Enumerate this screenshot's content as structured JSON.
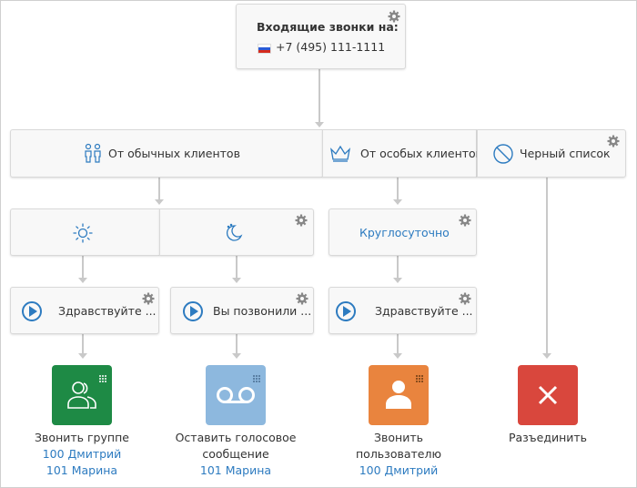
{
  "incoming": {
    "title": "Входящие звонки на:",
    "phone": "+7 (495) 111-1111"
  },
  "branches": {
    "regular": "От обычных клиентов",
    "special": "От особых клиентов",
    "blacklist": "Черный список"
  },
  "schedule": {
    "around_clock": "Круглосуточно"
  },
  "greetings": {
    "g1": "Здравствуйте ...",
    "g2": "Вы позвонили ...",
    "g3": "Здравствуйте ..."
  },
  "actions": {
    "group": {
      "label": "Звонить группе",
      "links": [
        "100 Дмитрий",
        "101 Марина"
      ],
      "color": "#1e8a45"
    },
    "voicemail": {
      "label_line1": "Оставить голосовое",
      "label_line2": "сообщение",
      "links": [
        "101 Марина"
      ],
      "color": "#8db8de"
    },
    "user": {
      "label_line1": "Звонить",
      "label_line2": "пользователю",
      "links": [
        "100 Дмитрий"
      ],
      "color": "#e9843e"
    },
    "disconnect": {
      "label": "Разъединить",
      "color": "#d9473d"
    }
  },
  "colors": {
    "link": "#2d7bc0",
    "line": "#c9c9c9"
  }
}
